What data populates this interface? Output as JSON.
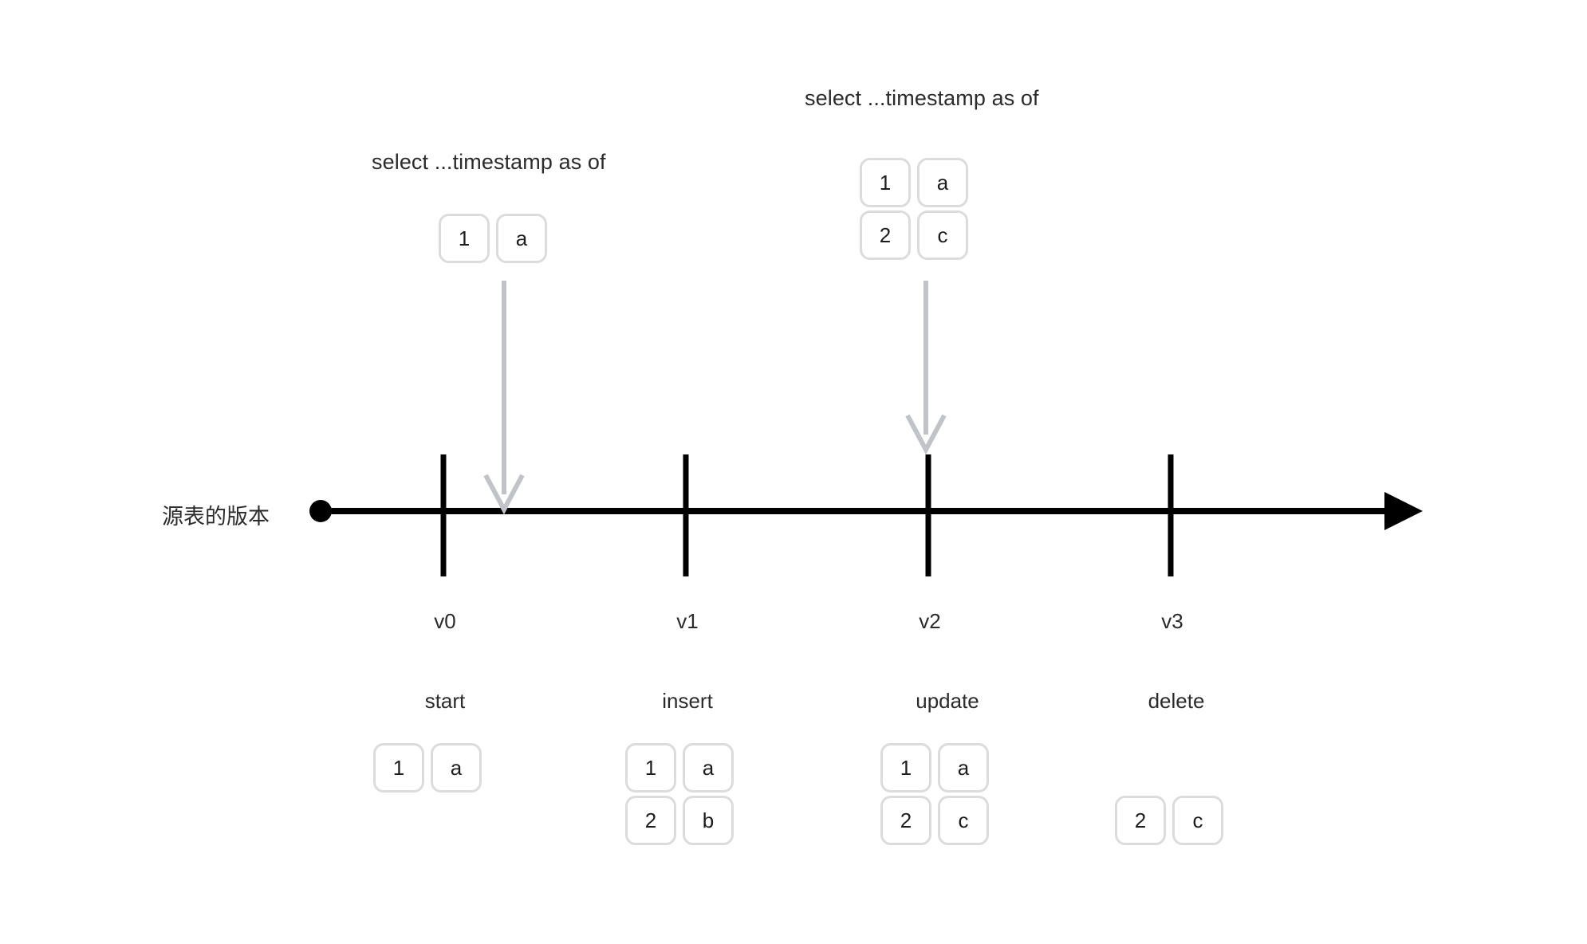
{
  "diagram": {
    "axis_label": "源表的版本",
    "colors": {
      "axis": "#000000",
      "arrow": "#c0c4c8",
      "cell_border": "#dcdcdc",
      "text": "#2b2b2b",
      "background": "#ffffff"
    }
  },
  "queries": [
    {
      "id": "query-v0",
      "label": "select ...timestamp as of",
      "target_version": "v0",
      "result_rows": [
        [
          "1",
          "a"
        ]
      ]
    },
    {
      "id": "query-v2",
      "label": "select ...timestamp as of",
      "target_version": "v2",
      "result_rows": [
        [
          "1",
          "a"
        ],
        [
          "2",
          "c"
        ]
      ]
    }
  ],
  "timeline": {
    "versions": [
      {
        "version": "v0",
        "operation": "start",
        "table_rows": [
          [
            "1",
            "a"
          ]
        ]
      },
      {
        "version": "v1",
        "operation": "insert",
        "table_rows": [
          [
            "1",
            "a"
          ],
          [
            "2",
            "b"
          ]
        ]
      },
      {
        "version": "v2",
        "operation": "update",
        "table_rows": [
          [
            "1",
            "a"
          ],
          [
            "2",
            "c"
          ]
        ]
      },
      {
        "version": "v3",
        "operation": "delete",
        "table_rows": [
          [
            "2",
            "c"
          ]
        ]
      }
    ]
  }
}
